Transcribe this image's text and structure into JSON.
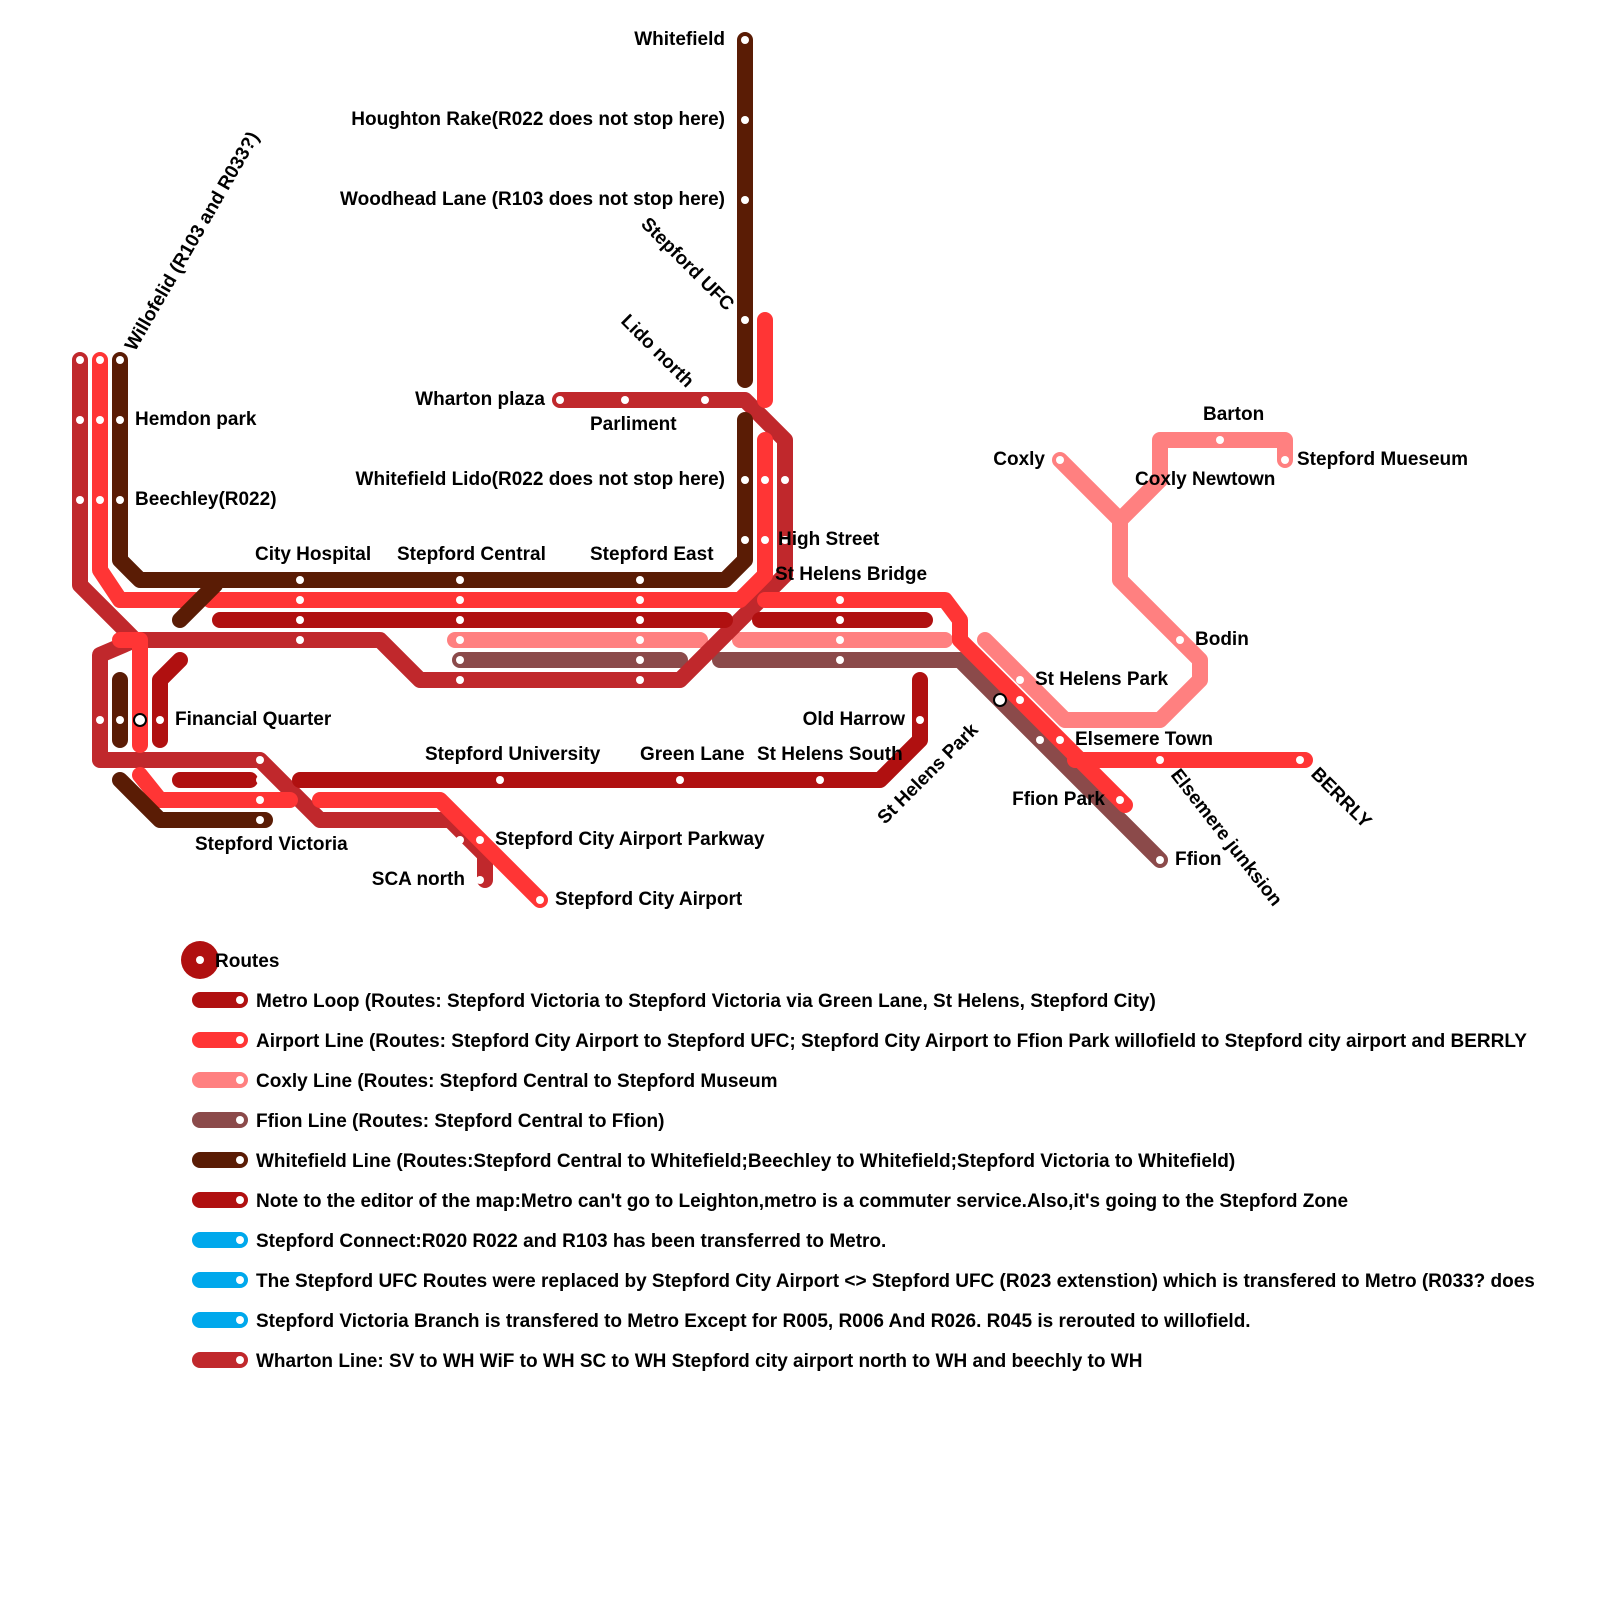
{
  "stations": {
    "whitefield": "Whitefield",
    "houghton_rake": "Houghton Rake(R022 does not stop here)",
    "woodhead_lane": "Woodhead Lane (R103 does not stop here)",
    "stepford_ufc": "Stepford UFC",
    "lido_north": "Lido north",
    "willofelid": "Willofelid (R103 and R033?)",
    "hemdon_park": "Hemdon park",
    "beechley": "Beechley(R022)",
    "wharton_plaza": "Wharton plaza",
    "parliment": "Parliment",
    "whitefield_lido": "Whitefield Lido(R022 does not stop here)",
    "high_street": "High Street",
    "st_helens_bridge": "St Helens Bridge",
    "city_hospital": "City Hospital",
    "stepford_central": "Stepford Central",
    "stepford_east": "Stepford East",
    "financial_quarter": "Financial Quarter",
    "stepford_university": "Stepford University",
    "green_lane": "Green Lane",
    "st_helens_south": "St Helens South",
    "old_harrow": "Old Harrow",
    "st_helens_park_diag": "St Helens Park",
    "st_helens_park": "St Helens Park",
    "stepford_victoria": "Stepford Victoria",
    "sca_north": "SCA north",
    "stepford_city_airport_parkway": "Stepford City Airport Parkway",
    "stepford_city_airport": "Stepford City Airport",
    "coxly": "Coxly",
    "coxly_newtown": "Coxly Newtown",
    "barton": "Barton",
    "stepford_museum": "Stepford Mueseum",
    "bodin": "Bodin",
    "elsemere_town": "Elsemere Town",
    "ffion_park": "Ffion Park",
    "elsemere_junksion": "Elsemere junksion",
    "berrly": "BERRLY",
    "ffion": "Ffion"
  },
  "legend": {
    "title": "Routes",
    "items": [
      {
        "color": "#b01010",
        "text": "Metro Loop (Routes: Stepford Victoria to Stepford Victoria via Green Lane, St Helens, Stepford City)"
      },
      {
        "color": "#ff3535",
        "text": "Airport Line (Routes: Stepford City Airport to Stepford UFC; Stepford City Airport to Ffion Park willofield to Stepford city airport and BERRLY"
      },
      {
        "color": "#ff8080",
        "text": "Coxly Line (Routes: Stepford Central to Stepford Museum"
      },
      {
        "color": "#8b4a4a",
        "text": "Ffion Line (Routes: Stepford Central to Ffion)"
      },
      {
        "color": "#5a1c05",
        "text": "Whitefield Line (Routes:Stepford Central to Whitefield;Beechley to Whitefield;Stepford Victoria to Whitefield)"
      },
      {
        "color": "#b01010",
        "text": "Note to the editor of the map:Metro can't go to Leighton,metro is a commuter service.Also,it's going to the Stepford Zone"
      },
      {
        "color": "#00a8ec",
        "text": "Stepford Connect:R020 R022 and R103  has been transferred to Metro."
      },
      {
        "color": "#00a8ec",
        "text": "The Stepford UFC Routes were replaced by Stepford City Airport <> Stepford UFC (R023 extenstion) which is transfered to Metro (R033? does"
      },
      {
        "color": "#00a8ec",
        "text": "Stepford Victoria Branch is transfered to Metro Except for R005, R006 And R026. R045 is rerouted to willofield."
      },
      {
        "color": "#c0282c",
        "text": "Wharton Line: SV to WH WiF to WH SC to WH Stepford city airport north to WH and beechly to WH"
      }
    ]
  },
  "line_colors": {
    "metro_loop": "#b01010",
    "airport": "#ff3535",
    "coxly": "#ff8080",
    "ffion": "#8b4a4a",
    "whitefield": "#5a1c05",
    "wharton": "#c0282c"
  }
}
